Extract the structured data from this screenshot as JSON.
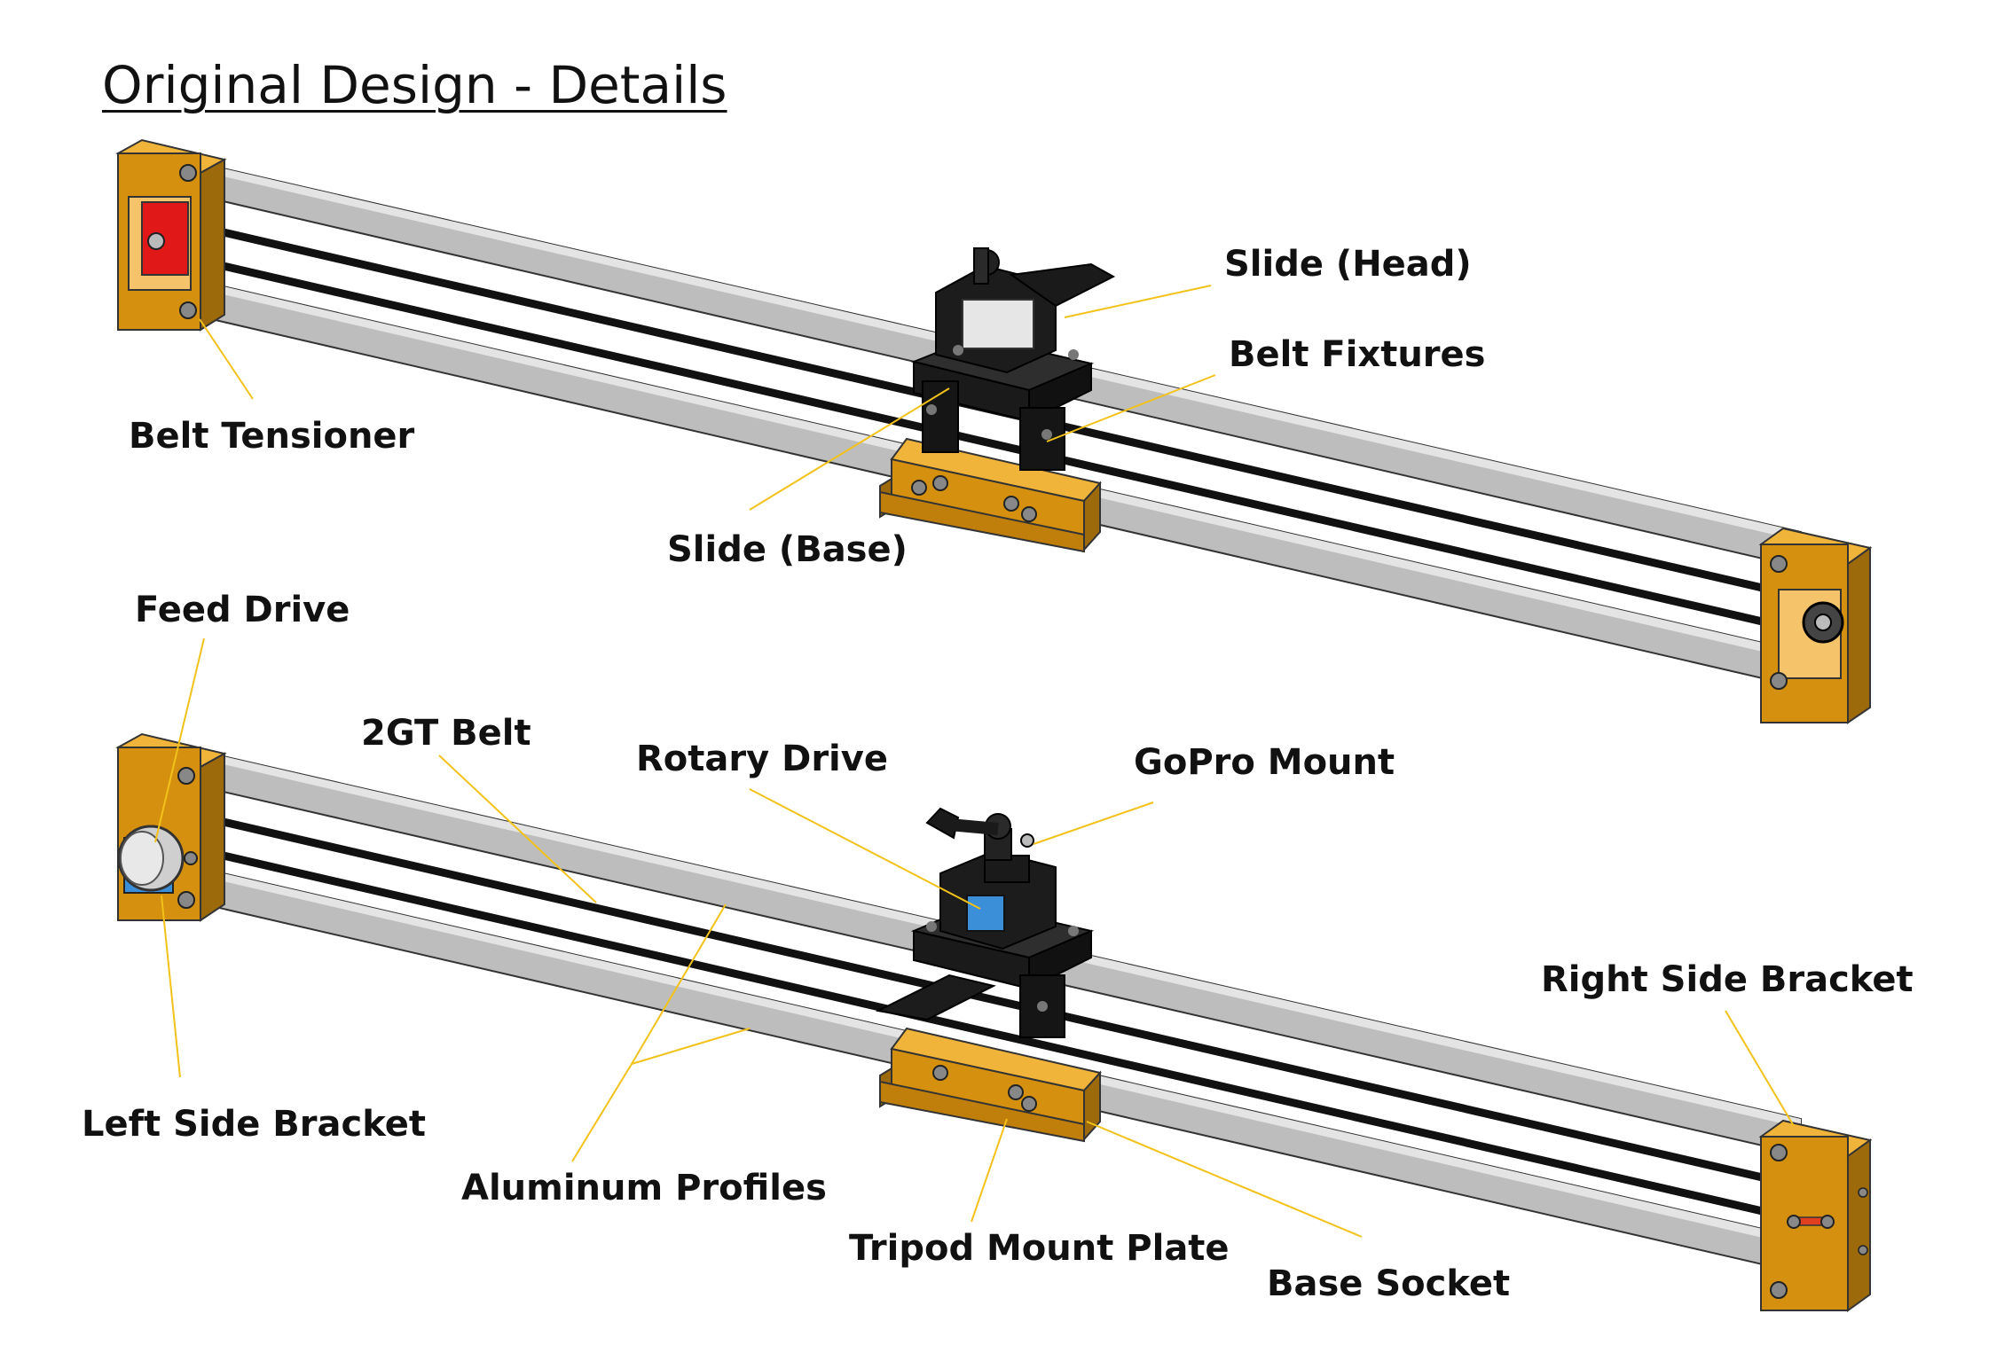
{
  "title": "Original Design - Details",
  "labels": {
    "slide_head": "Slide (Head)",
    "belt_fixtures": "Belt Fixtures",
    "belt_tensioner": "Belt Tensioner",
    "slide_base": "Slide (Base)",
    "feed_drive": "Feed Drive",
    "belt_2gt": "2GT Belt",
    "rotary_drive": "Rotary Drive",
    "gopro_mount": "GoPro Mount",
    "right_side_bracket": "Right Side Bracket",
    "left_side_bracket": "Left Side Bracket",
    "aluminum_profiles": "Aluminum Profiles",
    "tripod_mount_plate": "Tripod Mount Plate",
    "base_socket": "Base Socket"
  },
  "colors": {
    "bracket": "#d4900e",
    "profile": "#b9b9b9",
    "belt": "#111111",
    "slide": "#1a1a1a",
    "tensioner": "#e01818",
    "motor_mount": "#3a8fd8",
    "motor": "#c8c8c8",
    "leader_line": "#f2c21a"
  }
}
